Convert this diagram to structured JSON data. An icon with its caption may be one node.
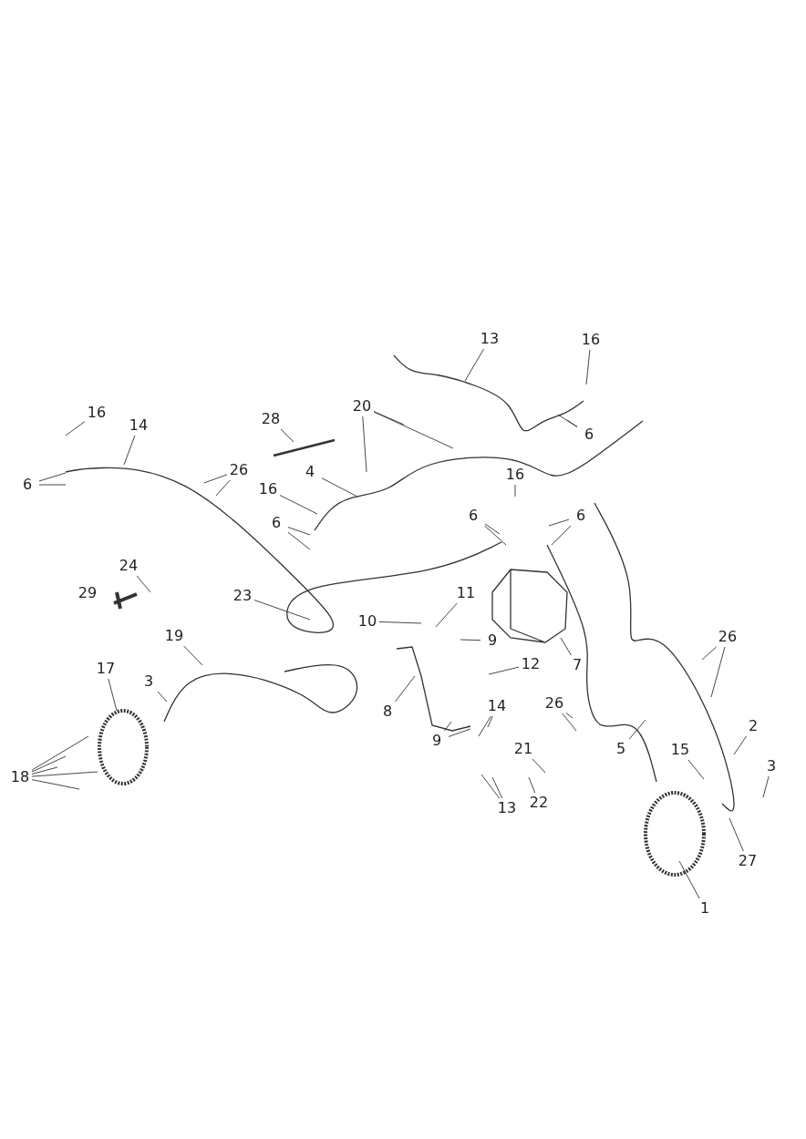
{
  "diagram": {
    "nodes": [
      {
        "text": [
          "13"
        ]
      },
      {
        "text": [
          "16"
        ]
      },
      {
        "text": [
          "6"
        ]
      },
      {
        "text": [
          "20"
        ]
      },
      {
        "text": [
          "28"
        ]
      },
      {
        "text": [
          "16"
        ]
      },
      {
        "text": [
          "14"
        ]
      },
      {
        "text": [
          "6"
        ]
      },
      {
        "text": [
          "26"
        ]
      },
      {
        "text": [
          "4"
        ]
      },
      {
        "text": [
          "16"
        ]
      },
      {
        "text": [
          "6"
        ]
      },
      {
        "text": [
          "16"
        ]
      },
      {
        "text": [
          "6"
        ]
      },
      {
        "text": [
          "6"
        ]
      },
      {
        "text": [
          "24"
        ]
      },
      {
        "text": [
          "11"
        ]
      },
      {
        "text": [
          "23"
        ]
      },
      {
        "text": [
          "10"
        ]
      },
      {
        "text": [
          "19"
        ]
      },
      {
        "text": [
          "26"
        ]
      },
      {
        "text": [
          "9"
        ]
      },
      {
        "text": [
          "17"
        ]
      },
      {
        "text": [
          "12"
        ]
      },
      {
        "text": [
          "7"
        ]
      },
      {
        "text": [
          "3"
        ]
      },
      {
        "text": [
          "8"
        ]
      },
      {
        "text": [
          "26"
        ]
      },
      {
        "text": [
          "14"
        ]
      },
      {
        "text": [
          "2"
        ]
      },
      {
        "text": [
          "9"
        ]
      },
      {
        "text": [
          "5"
        ]
      },
      {
        "text": [
          "21"
        ]
      },
      {
        "text": [
          "15"
        ]
      },
      {
        "text": [
          "18"
        ]
      },
      {
        "text": [
          "3"
        ]
      },
      {
        "text": [
          "13"
        ]
      },
      {
        "text": [
          "22"
        ]
      },
      {
        "text": [
          "27"
        ]
      },
      {
        "text": [
          "1"
        ]
      }
    ],
    "edges": [
      {
        "from": 0,
        "to": null,
        "arrow": "none"
      },
      {
        "from": 1,
        "to": null,
        "arrow": "none"
      },
      {
        "from": 2,
        "to": null,
        "arrow": "none"
      },
      {
        "from": 2,
        "to": null,
        "arrow": "none"
      },
      {
        "from": 3,
        "to": null,
        "arrow": "none"
      },
      {
        "from": 3,
        "to": null,
        "arrow": "none"
      },
      {
        "from": 3,
        "to": null,
        "arrow": "none"
      },
      {
        "from": 4,
        "to": null,
        "arrow": "none"
      },
      {
        "from": 5,
        "to": null,
        "arrow": "none"
      },
      {
        "from": 6,
        "to": null,
        "arrow": "none"
      },
      {
        "from": 7,
        "to": null,
        "arrow": "none"
      },
      {
        "from": 7,
        "to": null,
        "arrow": "none"
      },
      {
        "from": 8,
        "to": null,
        "arrow": "none"
      },
      {
        "from": 8,
        "to": null,
        "arrow": "none"
      },
      {
        "from": 9,
        "to": null,
        "arrow": "none"
      },
      {
        "from": 10,
        "to": null,
        "arrow": "none"
      },
      {
        "from": 11,
        "to": null,
        "arrow": "none"
      },
      {
        "from": 11,
        "to": null,
        "arrow": "none"
      },
      {
        "from": 12,
        "to": null,
        "arrow": "none"
      },
      {
        "from": 13,
        "to": null,
        "arrow": "none"
      },
      {
        "from": 13,
        "to": null,
        "arrow": "none"
      },
      {
        "from": 14,
        "to": null,
        "arrow": "none"
      },
      {
        "from": 14,
        "to": null,
        "arrow": "none"
      },
      {
        "from": 15,
        "to": null,
        "arrow": "none"
      },
      {
        "from": 16,
        "to": null,
        "arrow": "none"
      },
      {
        "from": 17,
        "to": null,
        "arrow": "none"
      },
      {
        "from": 18,
        "to": null,
        "arrow": "none"
      },
      {
        "from": 19,
        "to": null,
        "arrow": "none"
      },
      {
        "from": 20,
        "to": null,
        "arrow": "none"
      },
      {
        "from": 20,
        "to": null,
        "arrow": "none"
      },
      {
        "from": 21,
        "to": null,
        "arrow": "none"
      },
      {
        "from": 22,
        "to": null,
        "arrow": "none"
      },
      {
        "from": 23,
        "to": null,
        "arrow": "none"
      },
      {
        "from": 24,
        "to": null,
        "arrow": "none"
      },
      {
        "from": 25,
        "to": null,
        "arrow": "none"
      },
      {
        "from": 26,
        "to": null,
        "arrow": "none"
      },
      {
        "from": 27,
        "to": null,
        "arrow": "none"
      },
      {
        "from": 27,
        "to": null,
        "arrow": "none"
      },
      {
        "from": 28,
        "to": null,
        "arrow": "none"
      },
      {
        "from": 28,
        "to": null,
        "arrow": "none"
      },
      {
        "from": 29,
        "to": null,
        "arrow": "none"
      },
      {
        "from": 30,
        "to": null,
        "arrow": "none"
      },
      {
        "from": 30,
        "to": null,
        "arrow": "none"
      },
      {
        "from": 31,
        "to": null,
        "arrow": "none"
      },
      {
        "from": 32,
        "to": null,
        "arrow": "none"
      },
      {
        "from": 33,
        "to": null,
        "arrow": "none"
      },
      {
        "from": 34,
        "to": null,
        "arrow": "none"
      },
      {
        "from": 34,
        "to": null,
        "arrow": "none"
      },
      {
        "from": 34,
        "to": null,
        "arrow": "none"
      },
      {
        "from": 34,
        "to": null,
        "arrow": "none"
      },
      {
        "from": 34,
        "to": null,
        "arrow": "none"
      },
      {
        "from": 35,
        "to": null,
        "arrow": "none"
      },
      {
        "from": 36,
        "to": null,
        "arrow": "none"
      },
      {
        "from": 36,
        "to": null,
        "arrow": "none"
      },
      {
        "from": 37,
        "to": null,
        "arrow": "none"
      },
      {
        "from": 38,
        "to": null,
        "arrow": "none"
      },
      {
        "from": 39,
        "to": null,
        "arrow": "none"
      }
    ],
    "labels": [
      "29"
    ]
  }
}
